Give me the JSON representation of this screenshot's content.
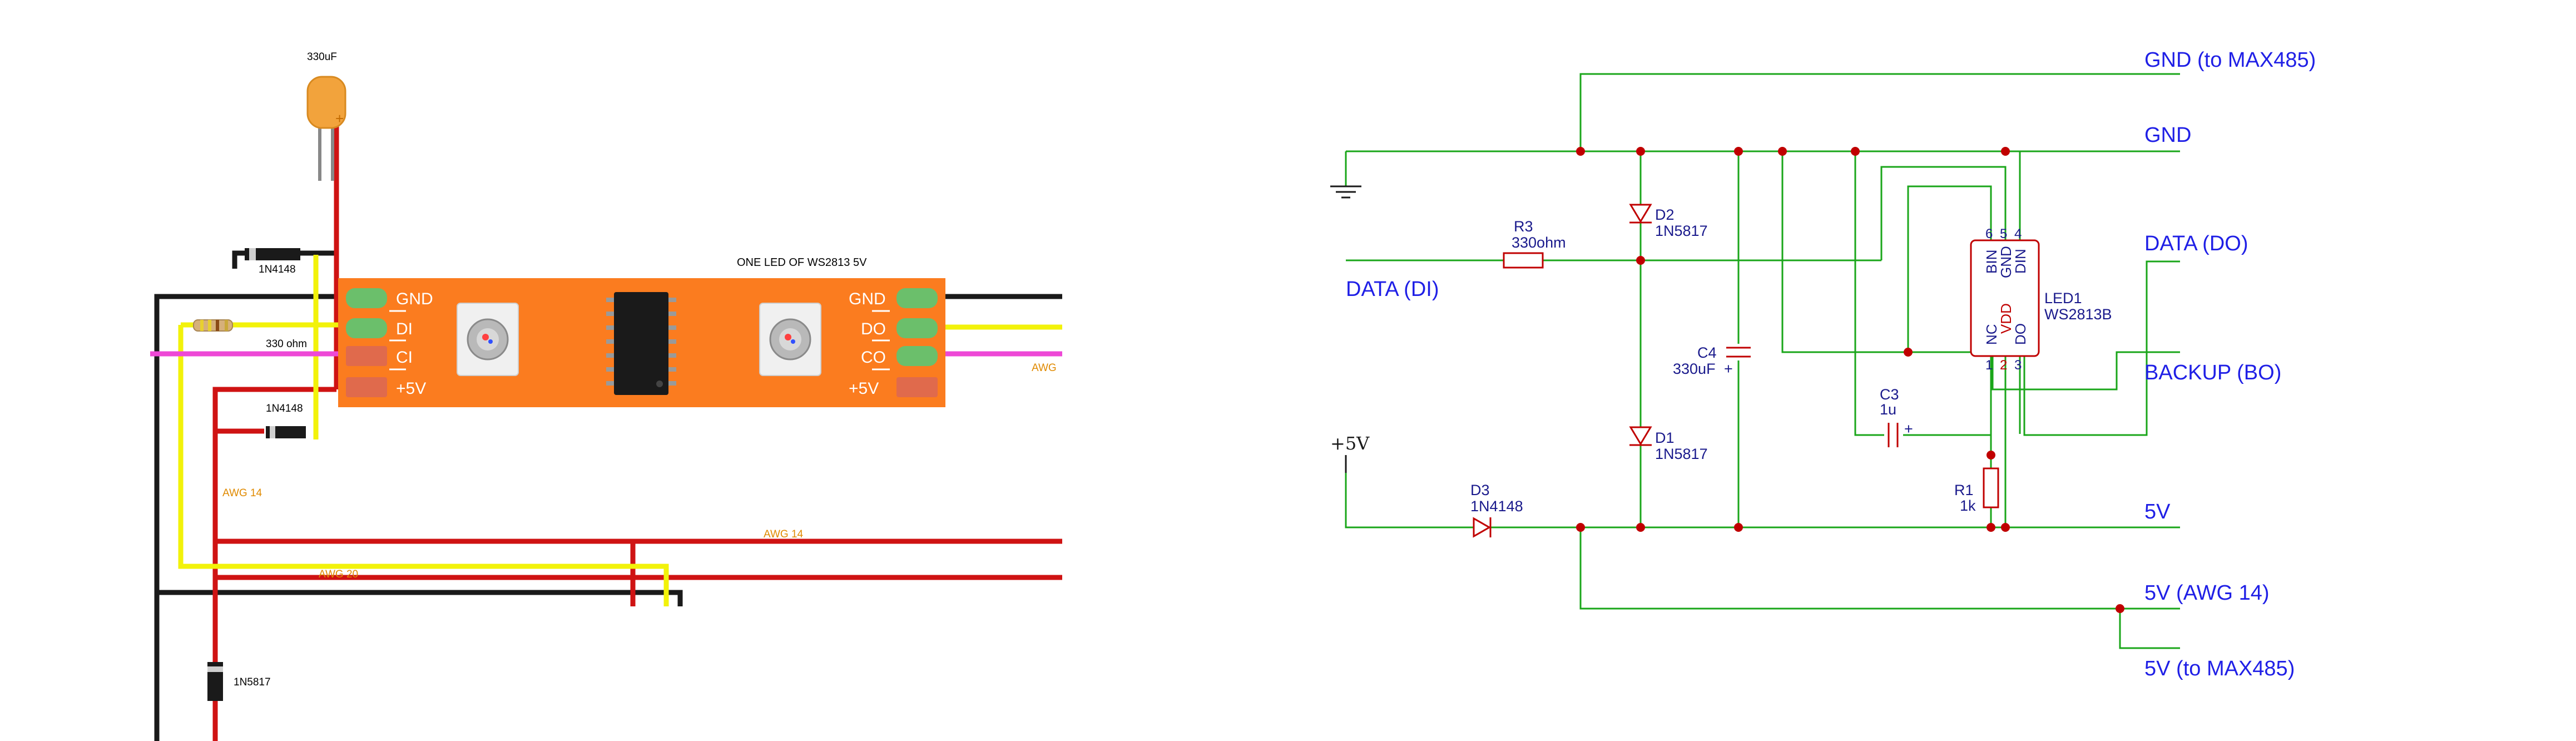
{
  "breadboard": {
    "cap_label": "330uF",
    "cap_polarity": "+",
    "title": "ONE LED OF WS2813  5V",
    "diode_top": "1N4148",
    "resistor": "330 ohm",
    "diode_mid": "1N4148",
    "awg14_left": "AWG 14",
    "awg14_mid": "AWG 14",
    "awg20": "AWG 20",
    "awg_right": "AWG",
    "diode_bottom": "1N5817",
    "pads_left": [
      "GND",
      "DI",
      "CI",
      "+5V"
    ],
    "pads_right": [
      "GND",
      "DO",
      "CO",
      "+5V"
    ]
  },
  "schematic": {
    "gnd_max485": "GND (to MAX485)",
    "gnd": "GND",
    "data_do": "DATA (DO)",
    "backup_bo": "BACKUP (BO)",
    "v5": "5V",
    "v5_awg14": "5V (AWG 14)",
    "v5_max485": "5V (to MAX485)",
    "data_di": "DATA (DI)",
    "plus5v": "+5V",
    "r3_ref": "R3",
    "r3_val": "330ohm",
    "d2_ref": "D2",
    "d2_val": "1N5817",
    "d1_ref": "D1",
    "d1_val": "1N5817",
    "d3_ref": "D3",
    "d3_val": "1N4148",
    "c4_ref": "C4",
    "c4_val": "330uF",
    "c4_plus": "+",
    "c3_ref": "C3",
    "c3_val": "1u",
    "c3_plus": "+",
    "r1_ref": "R1",
    "r1_val": "1k",
    "led_ref": "LED1",
    "led_val": "WS2813B",
    "pin_nums": [
      "6",
      "5",
      "4",
      "1",
      "2",
      "3"
    ],
    "pin_names": [
      "BIN",
      "GND",
      "DIN",
      "NC",
      "VDD",
      "DO"
    ]
  },
  "colors": {
    "wire_green": "#1aa61a",
    "junction": "#c00000",
    "component": "#c00000",
    "label_blue": "#1f1fe6",
    "ref_navy": "#1a1a8c",
    "strip_orange": "#fb7c1f",
    "wire_red": "#d01010",
    "wire_yellow": "#f4f40a",
    "wire_magenta": "#f046d8"
  }
}
